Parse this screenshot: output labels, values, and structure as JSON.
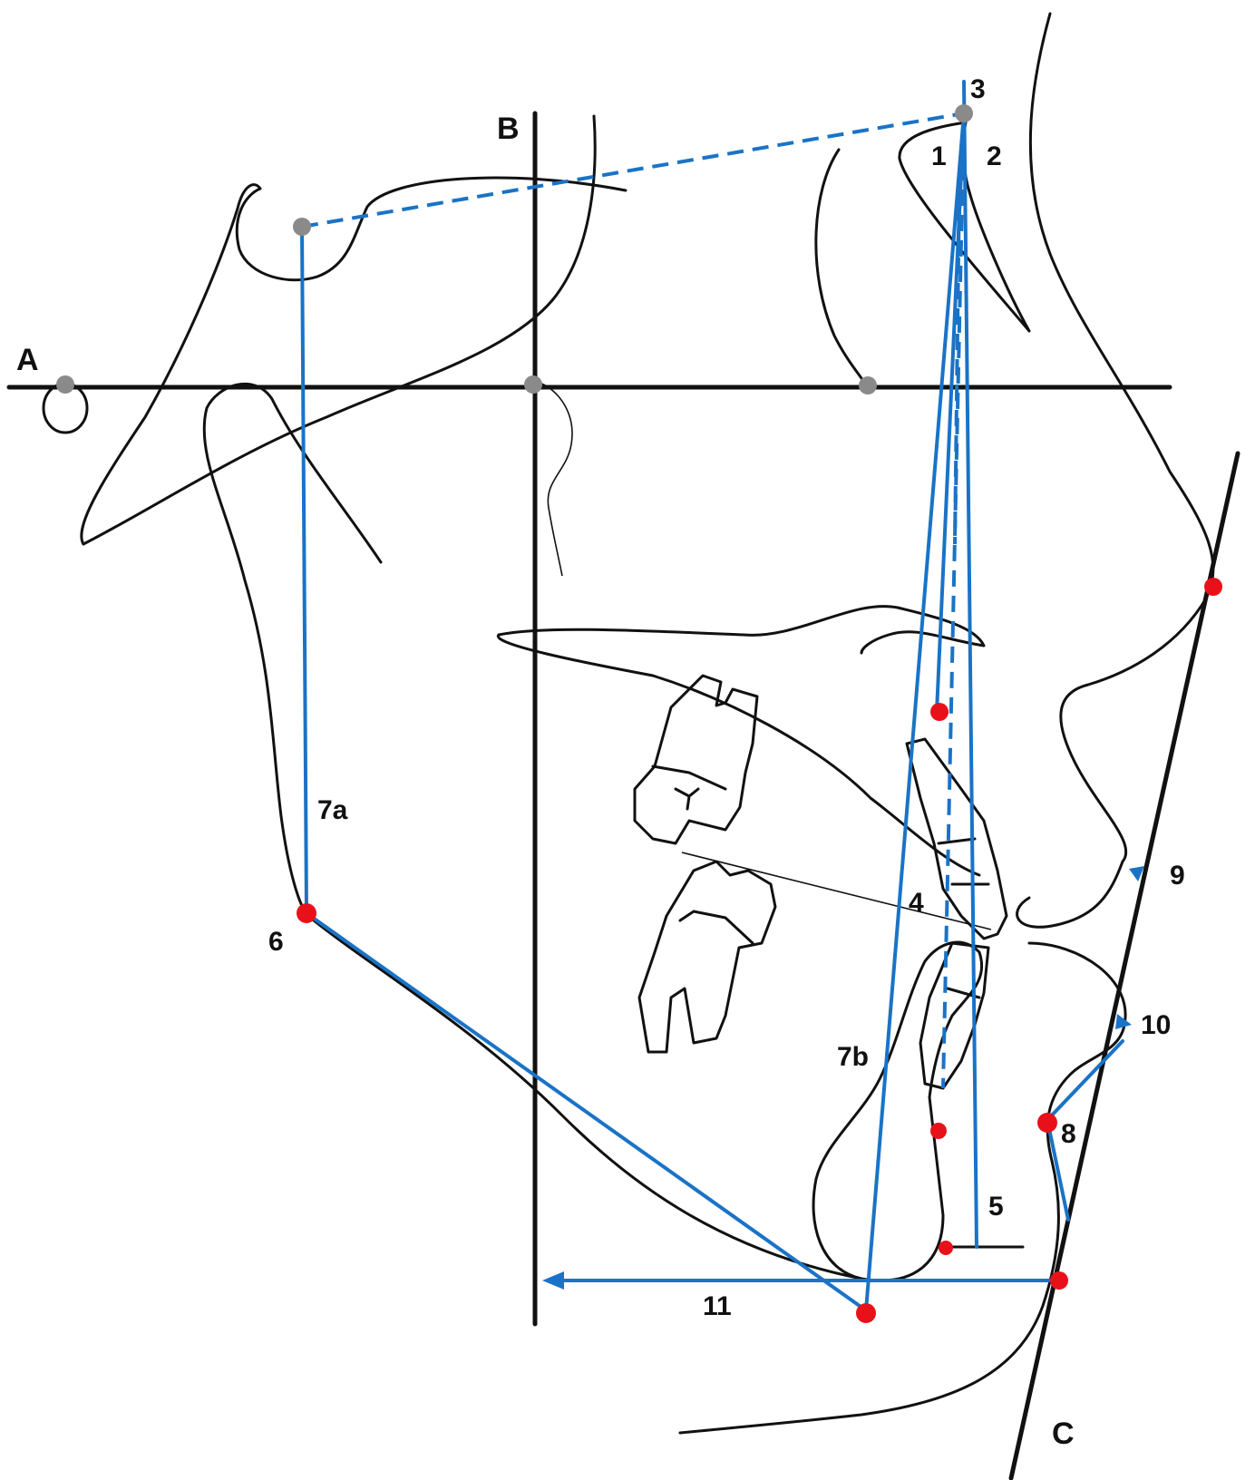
{
  "axis_labels": {
    "a": "A",
    "b": "B",
    "c": "C"
  },
  "measurement_labels": {
    "m1": "1",
    "m2": "2",
    "m3": "3",
    "m4": "4",
    "m5": "5",
    "m6": "6",
    "m7a": "7a",
    "m7b": "7b",
    "m8": "8",
    "m9": "9",
    "m10": "10",
    "m11": "11"
  },
  "colors": {
    "outline": "#111111",
    "reference_lines": "#1a73c6",
    "landmark_points": "#e8111a",
    "reference_points": "#8a8a8a"
  }
}
